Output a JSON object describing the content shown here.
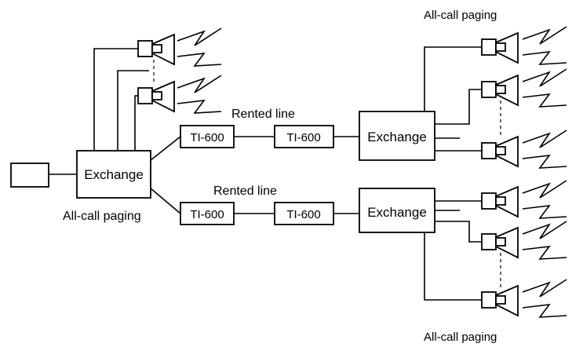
{
  "labels": {
    "exchange": "Exchange",
    "ti600": "TI-600",
    "rented_line": "Rented line",
    "all_call_paging": "All-call paging"
  }
}
